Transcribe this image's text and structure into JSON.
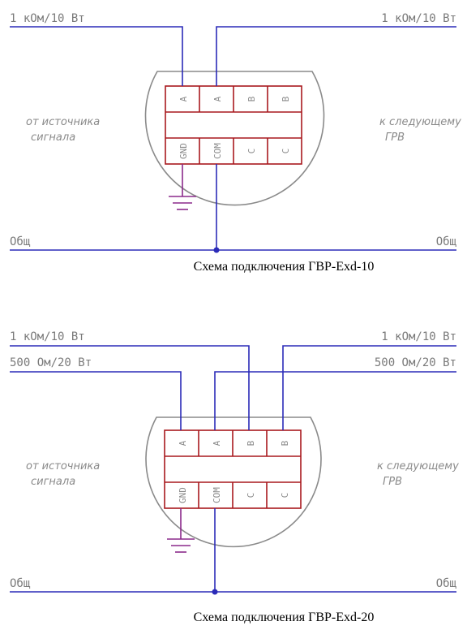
{
  "colors": {
    "signal_wire": "#2b2bb8",
    "ground": "#8b2a8b",
    "terminal": "#a8191e",
    "housing": "#8a8a8a"
  },
  "diagrams": [
    {
      "left_wire_labels": [
        "1 кОм/10 Вт"
      ],
      "right_wire_labels": [
        "1 кОм/10 Вт"
      ],
      "common_label_left": "Общ",
      "common_label_right": "Общ",
      "left_side_text": [
        "от источника",
        "сигнала"
      ],
      "right_side_text": [
        "к следующему",
        "ГРВ"
      ],
      "top_pins": [
        "A",
        "A",
        "B",
        "B"
      ],
      "bottom_pins": [
        "GND",
        "COM",
        "C",
        "C"
      ],
      "caption": "Схема подключения ГВР-Exd-10"
    },
    {
      "left_wire_labels": [
        "1 кОм/10 Вт",
        "500 Ом/20 Вт"
      ],
      "right_wire_labels": [
        "1 кОм/10 Вт",
        "500 Ом/20 Вт"
      ],
      "common_label_left": "Общ",
      "common_label_right": "Общ",
      "left_side_text": [
        "от источника",
        "сигнала"
      ],
      "right_side_text": [
        "к следующему",
        "ГРВ"
      ],
      "top_pins": [
        "A",
        "A",
        "B",
        "B"
      ],
      "bottom_pins": [
        "GND",
        "COM",
        "C",
        "C"
      ],
      "caption": "Схема подключения ГВР-Exd-20"
    }
  ]
}
